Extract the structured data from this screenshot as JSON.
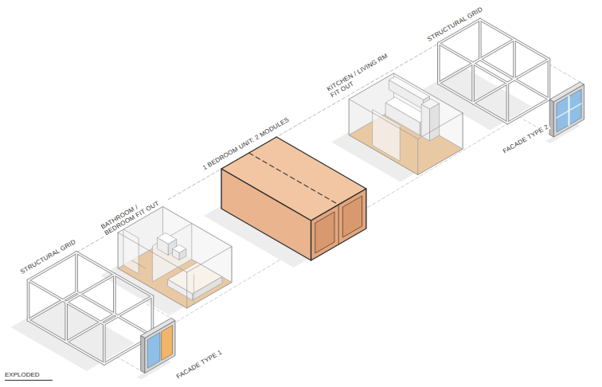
{
  "diagram": {
    "title": "EXPLODED",
    "labels": [
      "STRUCTURAL GRID",
      "BATHROOM / BEDROOM FIT OUT",
      "1 BEDROOM UNIT: 2 MODULES",
      "KITCHEN / LIVING RM FIT OUT",
      "STRUCTURAL GRID",
      "FACADE TYPE 1",
      "FACADE TYPE 2"
    ]
  }
}
